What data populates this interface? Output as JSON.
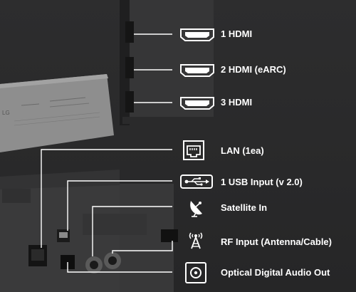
{
  "ports": [
    {
      "label": "1 HDMI",
      "icon": "hdmi-icon"
    },
    {
      "label": "2 HDMI (eARC)",
      "icon": "hdmi-icon"
    },
    {
      "label": "3 HDMI",
      "icon": "hdmi-icon"
    },
    {
      "label": "LAN (1ea)",
      "icon": "ethernet-icon"
    },
    {
      "label": "1 USB Input (v 2.0)",
      "icon": "usb-icon"
    },
    {
      "label": "Satellite In",
      "icon": "satellite-icon"
    },
    {
      "label": "RF Input (Antenna/Cable)",
      "icon": "antenna-icon"
    },
    {
      "label": "Optical Digital Audio Out",
      "icon": "optical-icon"
    }
  ],
  "brand_mark": "LG",
  "colors": {
    "background": "#2b2b2c",
    "panel": "#3a3a3b",
    "label_plate": "#8c8c8c",
    "callout": "#ffffff"
  }
}
